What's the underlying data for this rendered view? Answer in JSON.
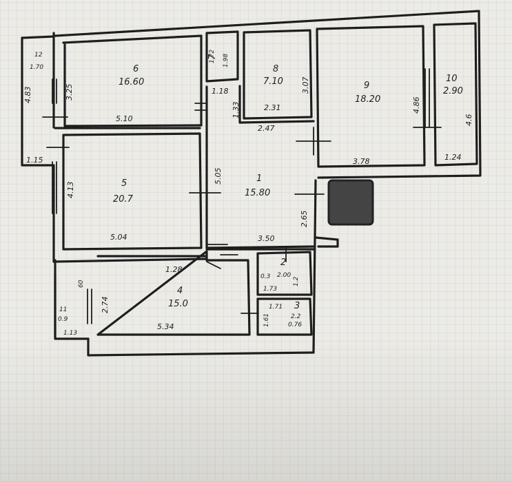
{
  "rooms": [
    {
      "id": "1",
      "number": "1",
      "area": "15.80"
    },
    {
      "id": "2",
      "number": "2",
      "area": "2.00"
    },
    {
      "id": "3",
      "number": "3",
      "area": "2.2"
    },
    {
      "id": "4",
      "number": "4",
      "area": "15.0"
    },
    {
      "id": "5",
      "number": "5",
      "area": "20.7"
    },
    {
      "id": "6",
      "number": "6",
      "area": "16.60"
    },
    {
      "id": "7",
      "number": "7",
      "area": "1.98"
    },
    {
      "id": "8",
      "number": "8",
      "area": "7.10"
    },
    {
      "id": "9",
      "number": "9",
      "area": "18.20"
    },
    {
      "id": "10",
      "number": "10",
      "area": "2.90"
    },
    {
      "id": "11",
      "number": "11",
      "area": "0.9"
    },
    {
      "id": "12",
      "number": "12",
      "area": "1.70"
    }
  ],
  "dimensions": {
    "d483": "4.83",
    "d325": "3.25",
    "d510": "5.10",
    "d115": "1.15",
    "d413": "4.13",
    "d504": "5.04",
    "d172": "1.72",
    "d118": "1.18",
    "d133": "1.33",
    "d231": "2.31",
    "d307": "3.07",
    "d247": "2.47",
    "d505": "5.05",
    "d350": "3.50",
    "d265": "2.65",
    "d486": "4.86",
    "d378": "3.78",
    "d46": "4.6",
    "d124": "1.24",
    "d128": "1.28",
    "d534": "5.34",
    "d274": "2.74",
    "d60": "60",
    "d113": "1.13",
    "d173": "1.73",
    "d03": "0.3",
    "d12": "1.2",
    "d171": "1.71",
    "d076": "0.76",
    "d161": "1.61"
  },
  "colors": {
    "ink": "#1e1e1e",
    "paper": "#ecebe6",
    "grid": "#6e8caa",
    "redaction": "#444444"
  }
}
